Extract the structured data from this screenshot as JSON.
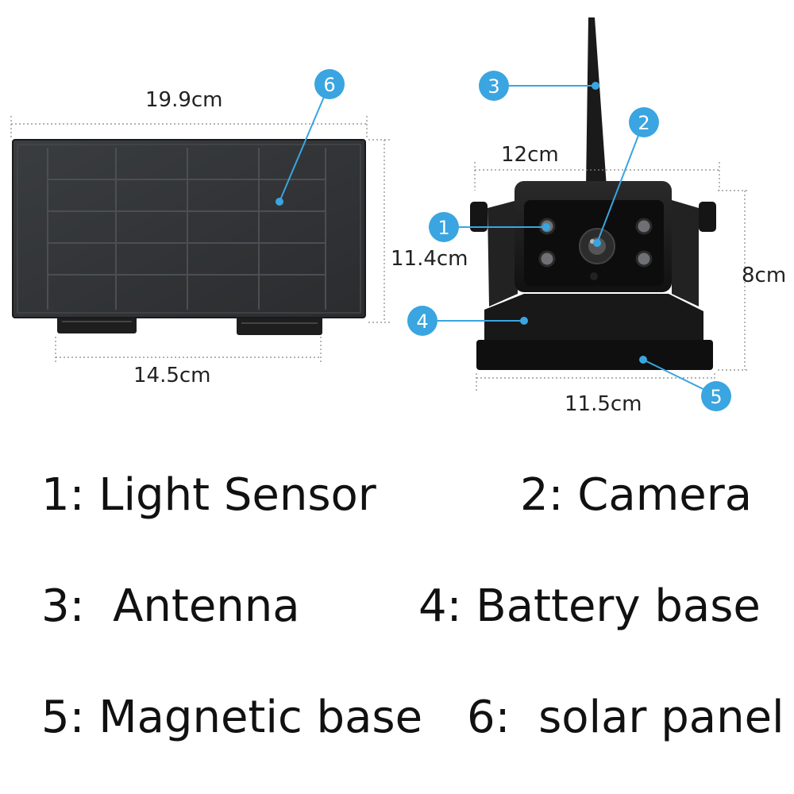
{
  "dimensions": {
    "panel_width": "19.9cm",
    "panel_height": "11.4cm",
    "panel_bracket_width": "14.5cm",
    "camera_width": "12cm",
    "camera_height": "8cm",
    "camera_base_width": "11.5cm"
  },
  "callouts": {
    "c1": "1",
    "c2": "2",
    "c3": "3",
    "c4": "4",
    "c5": "5",
    "c6": "6"
  },
  "legend": {
    "item1": "1: Light Sensor",
    "item2": "2: Camera",
    "item3": "3:  Antenna",
    "item4": "4: Battery base",
    "item5": "5: Magnetic base",
    "item6": "6:  solar panel"
  },
  "colors": {
    "callout": "#3aa5e0",
    "device": "#1c1c1c"
  }
}
